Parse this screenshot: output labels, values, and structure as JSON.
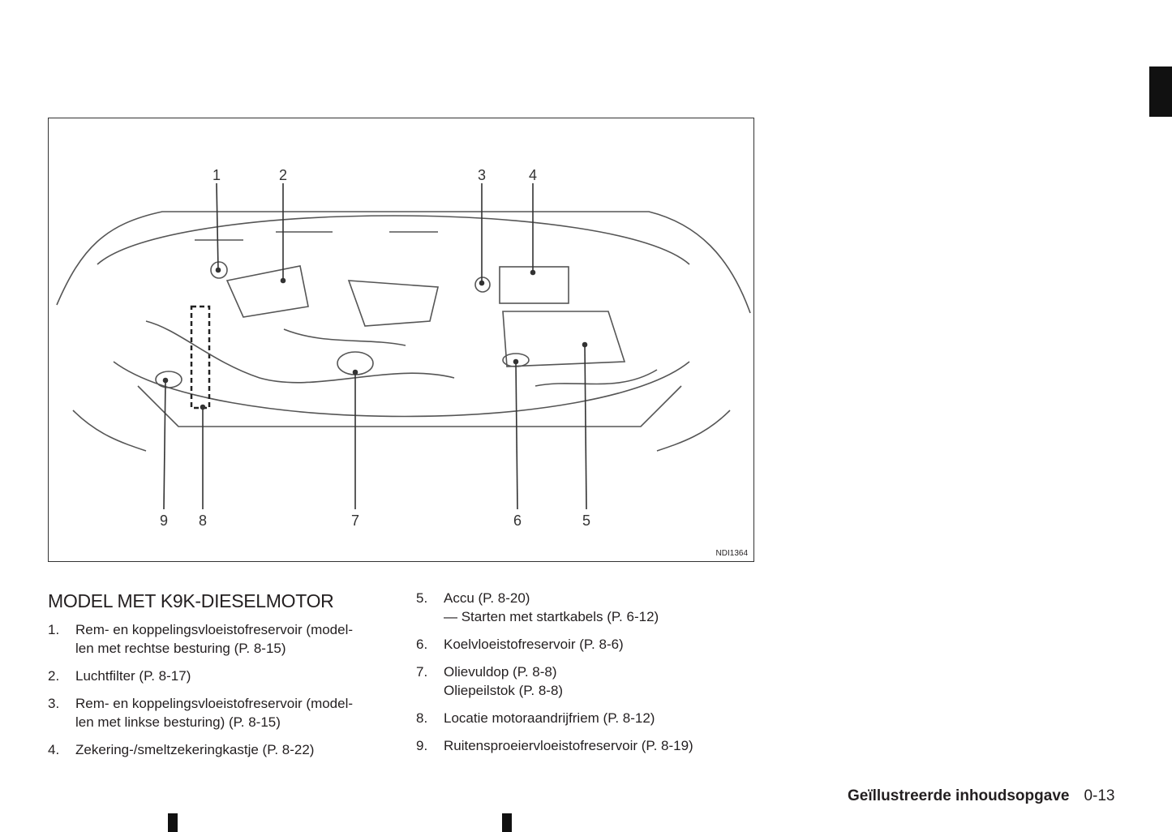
{
  "figure": {
    "id": "NDI1364",
    "callouts_top": [
      "1",
      "2",
      "3",
      "4"
    ],
    "callouts_bottom": [
      "9",
      "8",
      "7",
      "6",
      "5"
    ]
  },
  "section_title": "MODEL MET K9K-DIESELMOTOR",
  "items_left": [
    {
      "num": "1.",
      "lines": [
        "Rem- en koppelingsvloeistofreservoir (model-",
        "len met rechtse besturing (P. 8-15)"
      ]
    },
    {
      "num": "2.",
      "lines": [
        "Luchtfilter (P. 8-17)"
      ]
    },
    {
      "num": "3.",
      "lines": [
        "Rem- en koppelingsvloeistofreservoir (model-",
        "len met linkse besturing) (P. 8-15)"
      ]
    },
    {
      "num": "4.",
      "lines": [
        "Zekering-/smeltzekeringkastje (P. 8-22)"
      ]
    }
  ],
  "items_right": [
    {
      "num": "5.",
      "lines": [
        "Accu (P. 8-20)",
        "— Starten met startkabels (P. 6-12)"
      ]
    },
    {
      "num": "6.",
      "lines": [
        "Koelvloeistofreservoir (P. 8-6)"
      ]
    },
    {
      "num": "7.",
      "lines": [
        "Olievuldop (P. 8-8)",
        "Oliepeilstok (P. 8-8)"
      ]
    },
    {
      "num": "8.",
      "lines": [
        "Locatie motoraandrijfriem (P. 8-12)"
      ]
    },
    {
      "num": "9.",
      "lines": [
        "Ruitensproeiervloeistofreservoir (P. 8-19)"
      ]
    }
  ],
  "footer": {
    "section": "Geïllustreerde inhoudsopgave",
    "page": "0-13"
  }
}
